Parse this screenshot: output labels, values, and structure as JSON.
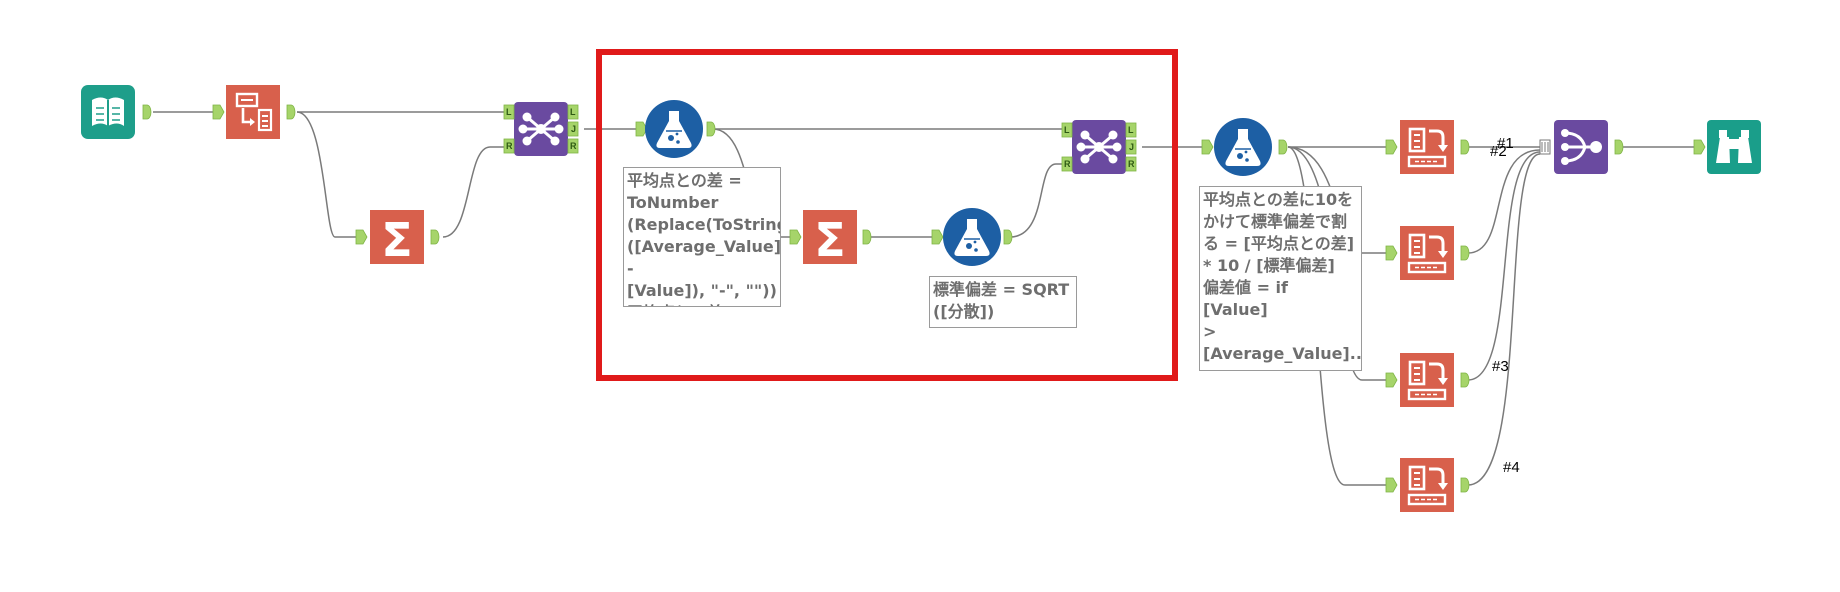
{
  "canvas": {
    "background": "#ffffff"
  },
  "colors": {
    "input_teal": "#1e9e8a",
    "transform_red": "#d8604c",
    "join_purple": "#6a4aa0",
    "formula_blue": "#1d5fa4",
    "browse_teal": "#1a9e8a",
    "anchor_green": "#a6d46a",
    "connector": "#7a7a7a",
    "highlight": "#e01a1a"
  },
  "annotations": {
    "formula1": "平均点との差 =\nToNumber\n(Replace(ToString\n([Average_Value] -\n[Value]), \"-\", \"\"))\n平均点との差の...",
    "formula2": "標準偏差 = SQRT\n([分散])",
    "formula3": "平均点との差に10を\nかけて標準偏差で割\nる = [平均点との差]\n* 10 / [標準偏差]\n偏差値 = if [Value]\n>\n[Average_Value]..."
  },
  "anchor_labels": {
    "left": "L",
    "join": "J",
    "right": "R"
  },
  "union_labels": {
    "in1": "#1",
    "in2": "#2",
    "in3": "#3",
    "in4": "#4"
  },
  "tools": {
    "input": "book-input-icon",
    "select": "select-fields-icon",
    "summarize": "summation-icon",
    "join": "join-icon",
    "formula": "flask-formula-icon",
    "sort": "sort-icon",
    "union": "union-icon",
    "browse": "binoculars-browse-icon"
  }
}
